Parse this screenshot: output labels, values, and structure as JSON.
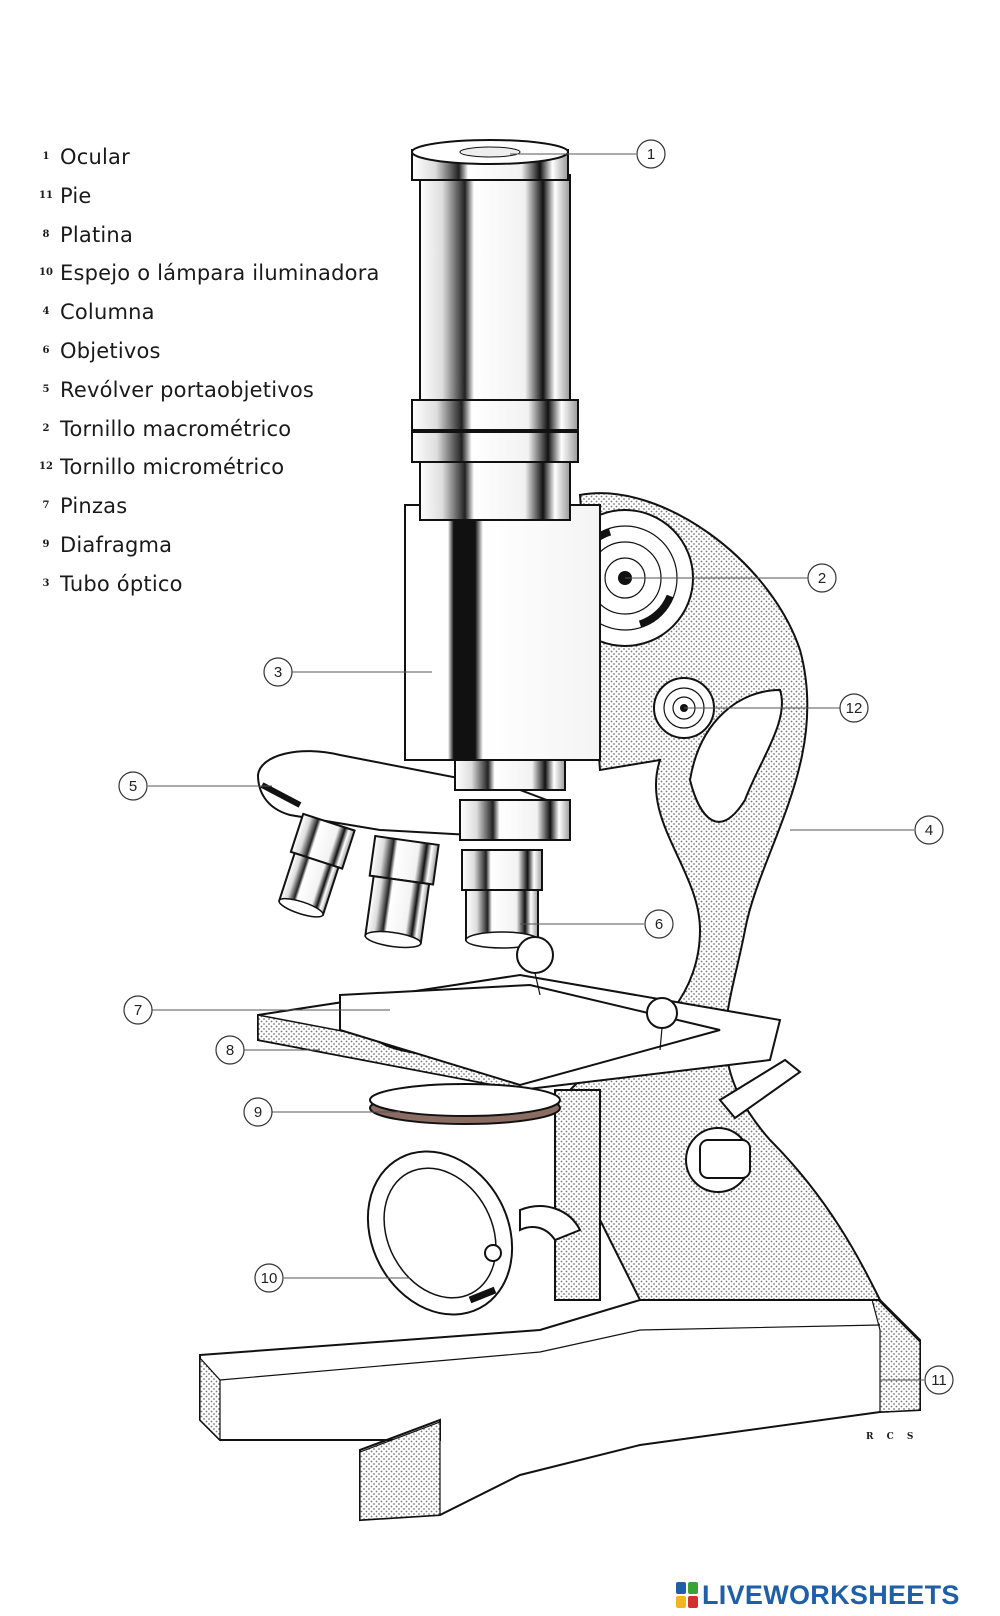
{
  "legend": [
    {
      "number": "1",
      "label": "Ocular"
    },
    {
      "number": "11",
      "label": "Pie"
    },
    {
      "number": "8",
      "label": "Platina"
    },
    {
      "number": "10",
      "label": "Espejo o lámpara iluminadora"
    },
    {
      "number": "4",
      "label": "Columna"
    },
    {
      "number": "6",
      "label": "Objetivos"
    },
    {
      "number": "5",
      "label": "Revólver portaobjetivos"
    },
    {
      "number": "2",
      "label": "Tornillo macrométrico"
    },
    {
      "number": "12",
      "label": "Tornillo micrométrico"
    },
    {
      "number": "7",
      "label": "Pinzas"
    },
    {
      "number": "9",
      "label": "Diafragma"
    },
    {
      "number": "3",
      "label": "Tubo óptico"
    }
  ],
  "callouts": [
    "1",
    "2",
    "3",
    "4",
    "5",
    "6",
    "7",
    "8",
    "9",
    "10",
    "11",
    "12"
  ],
  "credit": "R C S",
  "brand": {
    "text": "LIVEWORKSHEETS",
    "colors": {
      "blue": "#1f5fa8",
      "green": "#3aa335",
      "yellow": "#f2b51b",
      "red": "#d2312b"
    }
  }
}
